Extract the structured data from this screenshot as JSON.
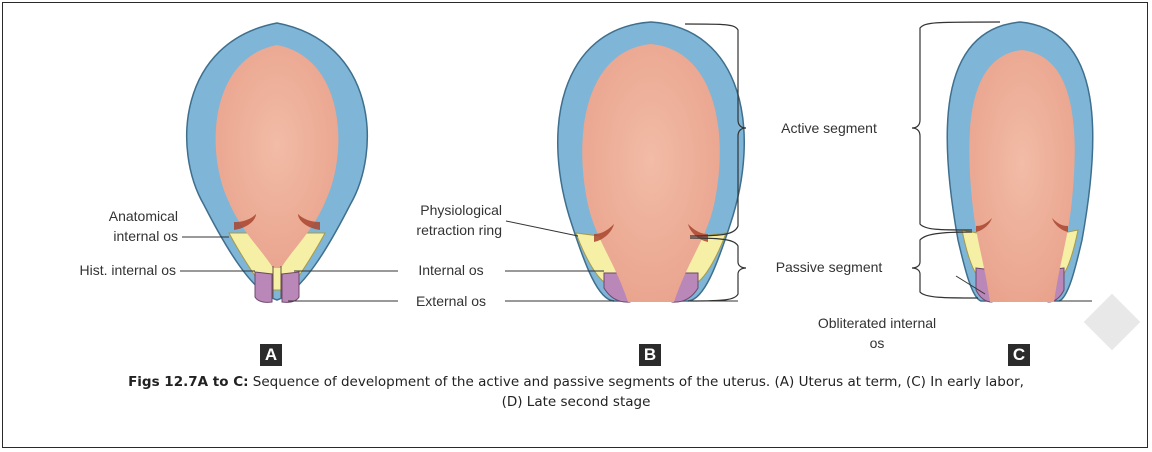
{
  "labels": {
    "anatomical_internal_os_line1": "Anatomical",
    "anatomical_internal_os_line2": "internal os",
    "hist_internal_os": "Hist. internal os",
    "physiological_line1": "Physiological",
    "physiological_line2": "retraction ring",
    "internal_os": "Internal os",
    "external_os": "External os",
    "active_segment": "Active segment",
    "passive_segment": "Passive segment",
    "obliterated_line1": "Obliterated internal",
    "obliterated_line2": "os"
  },
  "panels": [
    "A",
    "B",
    "C"
  ],
  "caption": {
    "prefix": "Figs 12.7A to C:",
    "text": " Sequence of development of the active and passive segments of the uterus. (A) Uterus at term, (C) In early labor,",
    "line2": "(D) Late second stage"
  },
  "colors": {
    "wall_blue": "#7fb5d6",
    "lower_yellow": "#f6f0a6",
    "cervix_purple": "#b987b8",
    "cavity_pink": "#eeb09a",
    "ring_dark": "#a9452f"
  }
}
